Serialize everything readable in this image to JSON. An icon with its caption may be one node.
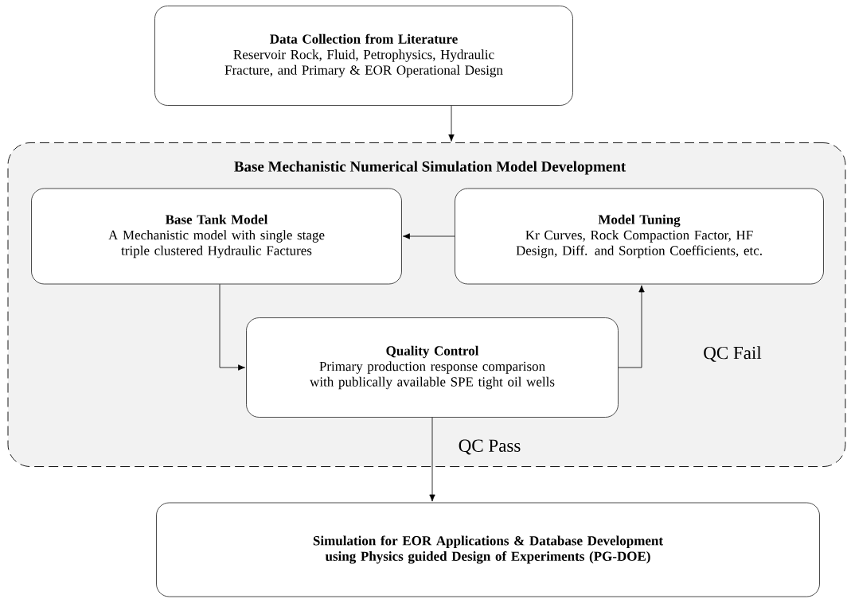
{
  "diagram": {
    "nodes": [
      {
        "text": [
          "Data Collection from Literature",
          "Reservoir Rock, Fluid, Petrophysics, Hydraulic Fracture, and Primary & EOR Operational Design"
        ]
      },
      {
        "text": [
          "Base Mechanistic Numerical Simulation Model Development"
        ]
      },
      {
        "text": [
          "Base Tank Model",
          "A Mechanistic model with single stage triple clustered Hydraulic Factures"
        ],
        "in": 1
      },
      {
        "text": [
          "Model Tuning",
          "Kr Curves, Rock Compaction Factor, HF Design, Diff. and Sorption Coefficients, etc."
        ],
        "in": 1
      },
      {
        "text": [
          "Quality Control",
          "Primary production response comparison with publically available SPE tight oil wells"
        ],
        "in": 1
      },
      {
        "text": [
          "Simulation for EOR Applications & Database Development using Physics guided Design of Experiments (PG-DOE)"
        ]
      }
    ],
    "edges": [
      {
        "from": 0,
        "to": 1,
        "arrow": "to"
      },
      {
        "from": 3,
        "to": 2,
        "arrow": "to"
      },
      {
        "from": 2,
        "to": 4,
        "arrow": "to"
      },
      {
        "from": 4,
        "to": 3,
        "arrow": "to",
        "label": "QC Fail"
      },
      {
        "from": 4,
        "to": 5,
        "arrow": "to",
        "label": "QC Pass"
      }
    ]
  }
}
